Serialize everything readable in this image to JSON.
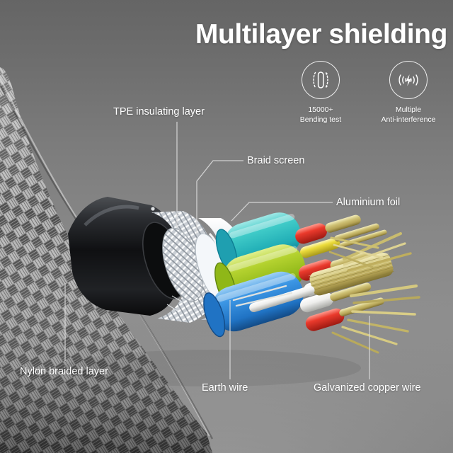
{
  "header": {
    "title": "Multilayer shielding"
  },
  "badges": [
    {
      "icon": "bending-cable-icon",
      "line1": "15000+",
      "line2": "Bending test"
    },
    {
      "icon": "anti-interference-waves-icon",
      "line1": "Multiple",
      "line2": "Anti-interference"
    }
  ],
  "callouts": {
    "tpe": "TPE insulating layer",
    "braid": "Braid screen",
    "foil": "Aluminium foil",
    "nylon": "Nylon braided layer",
    "earth": "Earth wire",
    "copper": "Galvanized copper wire"
  },
  "colors": {
    "background_top": "#656565",
    "background_bottom": "#8a8a8a",
    "text": "#ffffff",
    "leader_line": "#d8d8d8",
    "jacket_black": "#17181a",
    "nylon_braid": "#9a9a9a",
    "braid_screen_silver": "#d4d7db",
    "aluminium_foil": "#eef1f4",
    "wire_cyan": "#3cc8c8",
    "wire_green": "#a8cc2e",
    "wire_blue": "#2f8fe0",
    "wire_red": "#e8352a",
    "wire_yellow": "#e8d83a",
    "wire_white": "#f2f2f0",
    "copper_gold": "#c9b86a"
  },
  "product": {
    "layers": [
      "Nylon braided layer",
      "TPE insulating layer",
      "Braid screen",
      "Aluminium foil",
      "Earth wire",
      "Galvanized copper wire"
    ]
  }
}
